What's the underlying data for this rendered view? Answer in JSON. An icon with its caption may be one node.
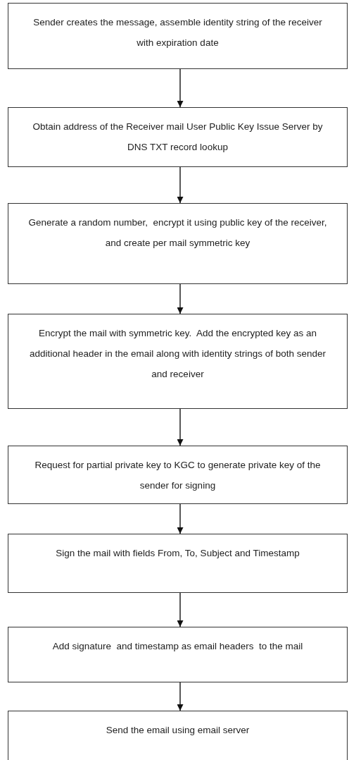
{
  "diagram": {
    "nodes": [
      {
        "text": [
          "Sender creates the message, assemble identity string of the receiver with expiration date"
        ]
      },
      {
        "text": [
          "Obtain address of the Receiver mail User Public Key Issue Server by DNS TXT record lookup"
        ]
      },
      {
        "text": [
          "Generate a random number,  encrypt it using public key of the receiver,  and create per mail symmetric key"
        ]
      },
      {
        "text": [
          "Encrypt the mail with symmetric key.  Add the encrypted key as an additional header in the email along with identity strings of both sender and receiver"
        ]
      },
      {
        "text": [
          "Request for partial private key to KGC to generate private key of the sender for signing"
        ]
      },
      {
        "text": [
          "Sign the mail with fields From, To, Subject and Timestamp"
        ]
      },
      {
        "text": [
          "Add signature  and timestamp as email headers  to the mail"
        ]
      },
      {
        "text": [
          "Send the email using email server"
        ]
      }
    ],
    "edges": [
      {
        "from": 0,
        "to": 1,
        "arrow": "to"
      },
      {
        "from": 1,
        "to": 2,
        "arrow": "to"
      },
      {
        "from": 2,
        "to": 3,
        "arrow": "to"
      },
      {
        "from": 3,
        "to": 4,
        "arrow": "to"
      },
      {
        "from": 4,
        "to": 5,
        "arrow": "to"
      },
      {
        "from": 5,
        "to": 6,
        "arrow": "to"
      },
      {
        "from": 6,
        "to": 7,
        "arrow": "to"
      }
    ]
  }
}
